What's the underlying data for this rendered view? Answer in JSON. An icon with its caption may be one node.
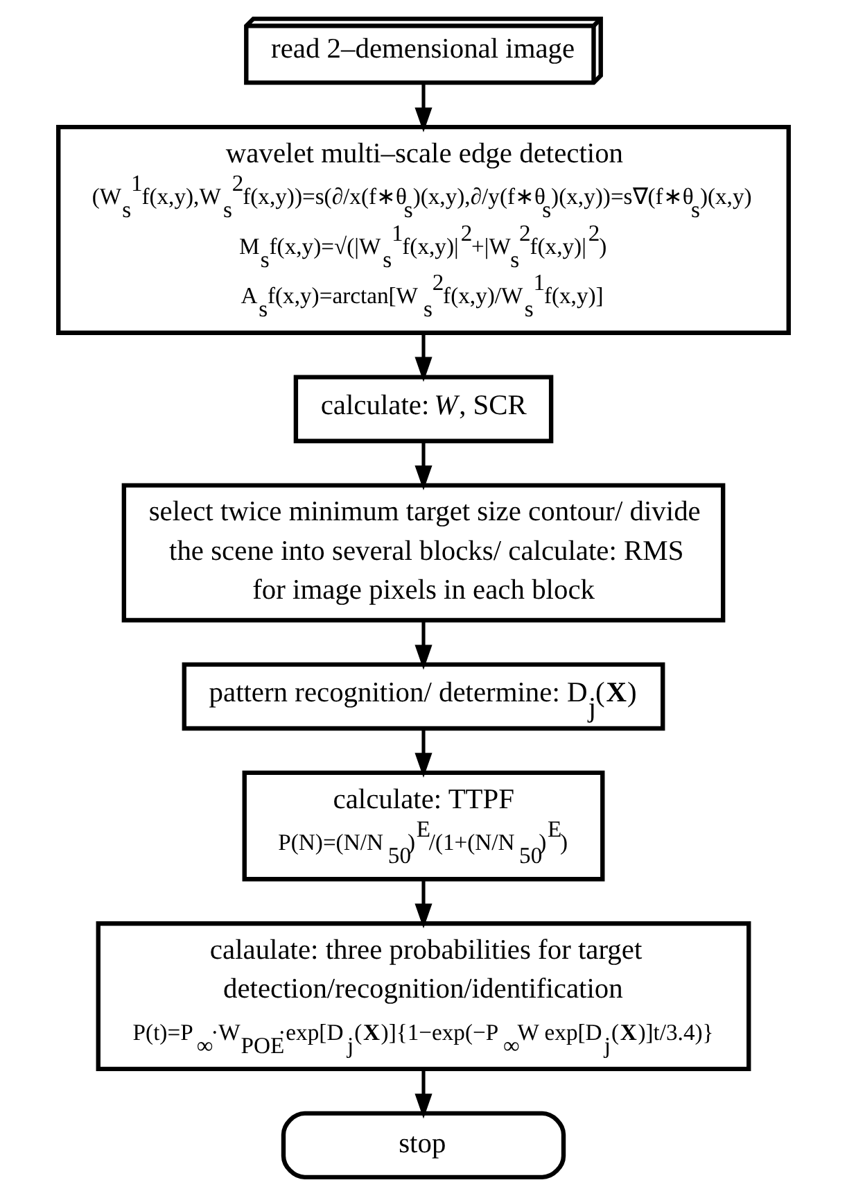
{
  "diagram": {
    "nodes": [
      {
        "text": [
          "read 2–demensional image"
        ]
      },
      {
        "text": [
          "wavelet multi–scale edge detection",
          "(W$_{s}$$^{1}$f(x,y),W$_{s}$$^{2}$f(x,y))=s(∂/x(f∗θ$_{s}$)(x,y),∂/y(f∗θ$_{s}$)(x,y))=s∇(f∗θ$_{s}$)(x,y)",
          "M$_{s}$f(x,y)=√(|W$_{s}$$^{1}$f(x,y)|$^{2}$+|W$_{s}$$^{2}$f(x,y)|$^{2}$)",
          "A$_{s}$f(x,y)=arctan[W$_{s}$$^{2}$f(x,y)/W$_{s}$$^{1}$f(x,y)]"
        ]
      },
      {
        "text": [
          "calculate: *W*, SCR"
        ]
      },
      {
        "text": [
          "select twice minimum target size contour/ divide the scene into several blocks/ calculate: RMS for image pixels in each block"
        ]
      },
      {
        "text": [
          "pattern recognition/ determine: D$_{j}$(**X**)"
        ]
      },
      {
        "text": [
          "calculate: TTPF",
          "P(N)=(N/N$_{50}$)$^{E}$/(1+(N/N$_{50}$)$^{E}$)"
        ]
      },
      {
        "text": [
          "calaulate: three probabilities for target detection/recognition/identification",
          "P(t)=P$_{∞}$·W$_{POE}$·exp[D$_{j}$(**X**)]{1−exp(−P$_{∞}$W exp[D$_{j}$(**X**)]t/3.4)}"
        ]
      },
      {
        "text": [
          "stop"
        ]
      }
    ],
    "edges": [
      {
        "from": 0,
        "to": 1,
        "arrow": "to"
      },
      {
        "from": 1,
        "to": 2,
        "arrow": "to"
      },
      {
        "from": 2,
        "to": 3,
        "arrow": "to"
      },
      {
        "from": 3,
        "to": 4,
        "arrow": "to"
      },
      {
        "from": 4,
        "to": 5,
        "arrow": "to"
      },
      {
        "from": 5,
        "to": 6,
        "arrow": "to"
      },
      {
        "from": 6,
        "to": 7,
        "arrow": "to"
      }
    ]
  }
}
